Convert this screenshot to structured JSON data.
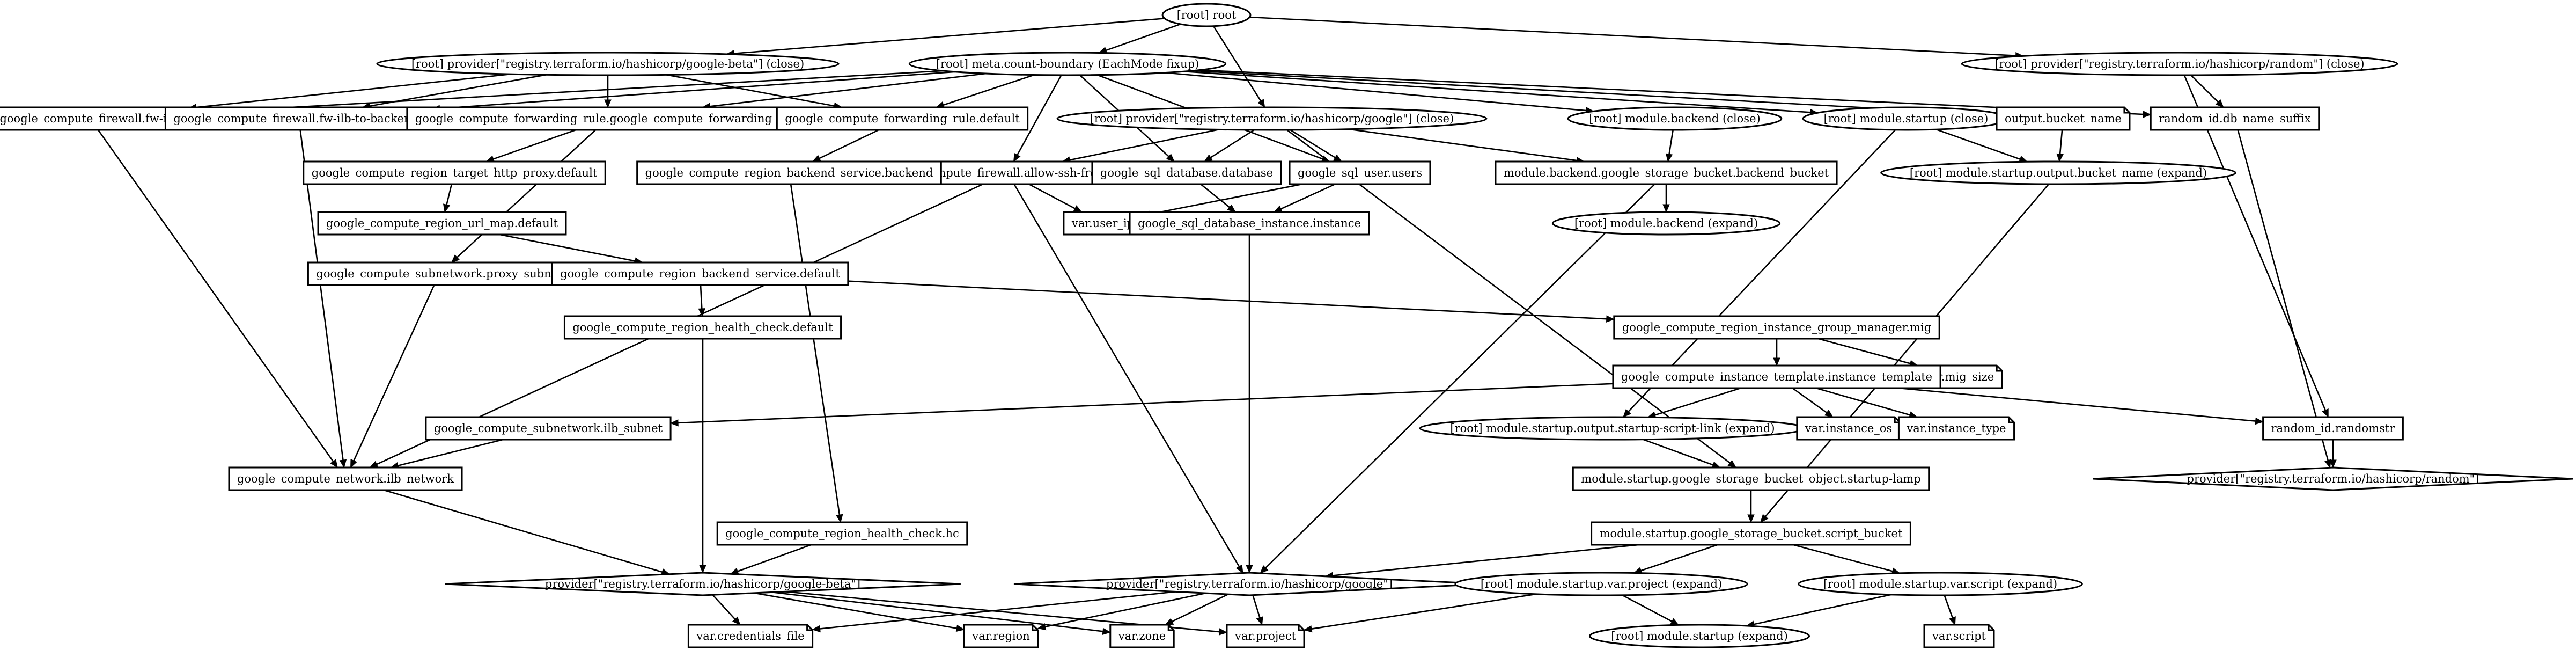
{
  "diagram": {
    "type": "directed-graph",
    "nodes": [
      {
        "id": "root",
        "label": "[root] root",
        "shape": "ellipse"
      },
      {
        "id": "prov_beta_close",
        "label": "[root] provider[\"registry.terraform.io/hashicorp/google-beta\"] (close)",
        "shape": "ellipse"
      },
      {
        "id": "meta",
        "label": "[root] meta.count-boundary (EachMode fixup)",
        "shape": "ellipse"
      },
      {
        "id": "prov_random_close",
        "label": "[root] provider[\"registry.terraform.io/hashicorp/random\"] (close)",
        "shape": "ellipse"
      },
      {
        "id": "prov_google_close",
        "label": "[root] provider[\"registry.terraform.io/hashicorp/google\"] (close)",
        "shape": "ellipse"
      },
      {
        "id": "mod_backend_close",
        "label": "[root] module.backend (close)",
        "shape": "ellipse"
      },
      {
        "id": "mod_startup_close",
        "label": "[root] module.startup (close)",
        "shape": "ellipse"
      },
      {
        "id": "fw_iap",
        "label": "google_compute_firewall.fw-iap",
        "shape": "box"
      },
      {
        "id": "fw_ilb",
        "label": "google_compute_firewall.fw-ilb-to-backends",
        "shape": "box"
      },
      {
        "id": "fr_gfr",
        "label": "google_compute_forwarding_rule.google_compute_forwarding_rule",
        "shape": "box"
      },
      {
        "id": "fr_default",
        "label": "google_compute_forwarding_rule.default",
        "shape": "box"
      },
      {
        "id": "output_bucket",
        "label": "output.bucket_name",
        "shape": "note"
      },
      {
        "id": "random_db",
        "label": "random_id.db_name_suffix",
        "shape": "box"
      },
      {
        "id": "fw_ssh",
        "label": "google_compute_firewall.allow-ssh-from-user",
        "shape": "box"
      },
      {
        "id": "sql_db",
        "label": "google_sql_database.database",
        "shape": "box"
      },
      {
        "id": "sql_user",
        "label": "google_sql_user.users",
        "shape": "box"
      },
      {
        "id": "backend_bucket",
        "label": "module.backend.google_storage_bucket.backend_bucket",
        "shape": "box"
      },
      {
        "id": "startup_output_expand",
        "label": "[root] module.startup.output.bucket_name (expand)",
        "shape": "ellipse"
      },
      {
        "id": "thp",
        "label": "google_compute_region_target_http_proxy.default",
        "shape": "box"
      },
      {
        "id": "rbs_backend",
        "label": "google_compute_region_backend_service.backend",
        "shape": "box"
      },
      {
        "id": "var_user_ip",
        "label": "var.user_ip",
        "shape": "note"
      },
      {
        "id": "sql_instance",
        "label": "google_sql_database_instance.instance",
        "shape": "box"
      },
      {
        "id": "mod_backend_expand",
        "label": "[root] module.backend (expand)",
        "shape": "ellipse"
      },
      {
        "id": "urlmap",
        "label": "google_compute_region_url_map.default",
        "shape": "box"
      },
      {
        "id": "proxy_subnet",
        "label": "google_compute_subnetwork.proxy_subnet",
        "shape": "box"
      },
      {
        "id": "rbs_default",
        "label": "google_compute_region_backend_service.default",
        "shape": "box"
      },
      {
        "id": "hc_default",
        "label": "google_compute_region_health_check.default",
        "shape": "box"
      },
      {
        "id": "mig",
        "label": "google_compute_region_instance_group_manager.mig",
        "shape": "box"
      },
      {
        "id": "var_mig_size",
        "label": "var.mig_size",
        "shape": "note"
      },
      {
        "id": "tmpl",
        "label": "google_compute_instance_template.instance_template",
        "shape": "box"
      },
      {
        "id": "ilb_subnet",
        "label": "google_compute_subnetwork.ilb_subnet",
        "shape": "box"
      },
      {
        "id": "startup_link",
        "label": "[root] module.startup.output.startup-script-link (expand)",
        "shape": "ellipse"
      },
      {
        "id": "var_os",
        "label": "var.instance_os",
        "shape": "note"
      },
      {
        "id": "var_type",
        "label": "var.instance_type",
        "shape": "note"
      },
      {
        "id": "randomstr",
        "label": "random_id.randomstr",
        "shape": "box"
      },
      {
        "id": "ilb_network",
        "label": "google_compute_network.ilb_network",
        "shape": "box"
      },
      {
        "id": "startup_lamp",
        "label": "module.startup.google_storage_bucket_object.startup-lamp",
        "shape": "box"
      },
      {
        "id": "prov_random",
        "label": "provider[\"registry.terraform.io/hashicorp/random\"]",
        "shape": "diamond"
      },
      {
        "id": "hc_hc",
        "label": "google_compute_region_health_check.hc",
        "shape": "box"
      },
      {
        "id": "script_bucket",
        "label": "module.startup.google_storage_bucket.script_bucket",
        "shape": "box"
      },
      {
        "id": "prov_beta",
        "label": "provider[\"registry.terraform.io/hashicorp/google-beta\"]",
        "shape": "diamond"
      },
      {
        "id": "prov_google",
        "label": "provider[\"registry.terraform.io/hashicorp/google\"]",
        "shape": "diamond"
      },
      {
        "id": "var_project_expand",
        "label": "[root] module.startup.var.project (expand)",
        "shape": "ellipse"
      },
      {
        "id": "var_script_expand",
        "label": "[root] module.startup.var.script (expand)",
        "shape": "ellipse"
      },
      {
        "id": "var_cred",
        "label": "var.credentials_file",
        "shape": "note"
      },
      {
        "id": "var_region",
        "label": "var.region",
        "shape": "note"
      },
      {
        "id": "var_zone",
        "label": "var.zone",
        "shape": "note"
      },
      {
        "id": "var_project",
        "label": "var.project",
        "shape": "note"
      },
      {
        "id": "mod_startup_expand",
        "label": "[root] module.startup (expand)",
        "shape": "ellipse"
      },
      {
        "id": "var_script",
        "label": "var.script",
        "shape": "note"
      }
    ],
    "edges": [
      [
        "root",
        "prov_beta_close"
      ],
      [
        "root",
        "meta"
      ],
      [
        "root",
        "prov_google_close"
      ],
      [
        "root",
        "prov_random_close"
      ],
      [
        "prov_beta_close",
        "fw_iap"
      ],
      [
        "prov_beta_close",
        "fw_ilb"
      ],
      [
        "prov_beta_close",
        "fr_gfr"
      ],
      [
        "prov_beta_close",
        "fr_default"
      ],
      [
        "meta",
        "fw_iap"
      ],
      [
        "meta",
        "fw_ilb"
      ],
      [
        "meta",
        "fr_gfr"
      ],
      [
        "meta",
        "fr_default"
      ],
      [
        "meta",
        "fw_ssh"
      ],
      [
        "meta",
        "sql_db"
      ],
      [
        "meta",
        "sql_user"
      ],
      [
        "meta",
        "mod_backend_close"
      ],
      [
        "meta",
        "mod_startup_close"
      ],
      [
        "meta",
        "output_bucket"
      ],
      [
        "meta",
        "random_db"
      ],
      [
        "prov_random_close",
        "random_db"
      ],
      [
        "prov_random_close",
        "randomstr"
      ],
      [
        "prov_google_close",
        "fw_ssh"
      ],
      [
        "prov_google_close",
        "sql_db"
      ],
      [
        "prov_google_close",
        "sql_user"
      ],
      [
        "prov_google_close",
        "backend_bucket"
      ],
      [
        "prov_google_close",
        "startup_lamp"
      ],
      [
        "mod_backend_close",
        "backend_bucket"
      ],
      [
        "mod_startup_close",
        "startup_output_expand"
      ],
      [
        "mod_startup_close",
        "startup_link"
      ],
      [
        "output_bucket",
        "startup_output_expand"
      ],
      [
        "random_db",
        "prov_random"
      ],
      [
        "fw_iap",
        "ilb_network"
      ],
      [
        "fw_ilb",
        "ilb_network"
      ],
      [
        "fr_gfr",
        "thp"
      ],
      [
        "fr_gfr",
        "proxy_subnet"
      ],
      [
        "fr_default",
        "rbs_backend"
      ],
      [
        "fw_ssh",
        "var_user_ip"
      ],
      [
        "fw_ssh",
        "ilb_network"
      ],
      [
        "fw_ssh",
        "prov_google"
      ],
      [
        "sql_db",
        "sql_instance"
      ],
      [
        "sql_user",
        "sql_instance"
      ],
      [
        "sql_user",
        "var_user_ip"
      ],
      [
        "backend_bucket",
        "mod_backend_expand"
      ],
      [
        "backend_bucket",
        "prov_google"
      ],
      [
        "startup_output_expand",
        "script_bucket"
      ],
      [
        "thp",
        "urlmap"
      ],
      [
        "rbs_backend",
        "hc_hc"
      ],
      [
        "sql_instance",
        "prov_google"
      ],
      [
        "urlmap",
        "rbs_default"
      ],
      [
        "proxy_subnet",
        "ilb_network"
      ],
      [
        "rbs_default",
        "hc_default"
      ],
      [
        "rbs_default",
        "mig"
      ],
      [
        "hc_default",
        "prov_beta"
      ],
      [
        "mig",
        "tmpl"
      ],
      [
        "mig",
        "var_mig_size"
      ],
      [
        "tmpl",
        "ilb_subnet"
      ],
      [
        "tmpl",
        "startup_link"
      ],
      [
        "tmpl",
        "var_os"
      ],
      [
        "tmpl",
        "var_type"
      ],
      [
        "tmpl",
        "randomstr"
      ],
      [
        "ilb_subnet",
        "ilb_network"
      ],
      [
        "startup_link",
        "startup_lamp"
      ],
      [
        "randomstr",
        "prov_random"
      ],
      [
        "ilb_network",
        "prov_beta"
      ],
      [
        "startup_lamp",
        "script_bucket"
      ],
      [
        "hc_hc",
        "prov_beta"
      ],
      [
        "script_bucket",
        "prov_google"
      ],
      [
        "script_bucket",
        "var_project_expand"
      ],
      [
        "script_bucket",
        "var_script_expand"
      ],
      [
        "prov_beta",
        "var_cred"
      ],
      [
        "prov_beta",
        "var_region"
      ],
      [
        "prov_beta",
        "var_zone"
      ],
      [
        "prov_beta",
        "var_project"
      ],
      [
        "prov_google",
        "var_cred"
      ],
      [
        "prov_google",
        "var_region"
      ],
      [
        "prov_google",
        "var_zone"
      ],
      [
        "prov_google",
        "var_project"
      ],
      [
        "var_project_expand",
        "var_project"
      ],
      [
        "var_project_expand",
        "mod_startup_expand"
      ],
      [
        "var_script_expand",
        "mod_startup_expand"
      ],
      [
        "var_script_expand",
        "var_script"
      ]
    ]
  }
}
